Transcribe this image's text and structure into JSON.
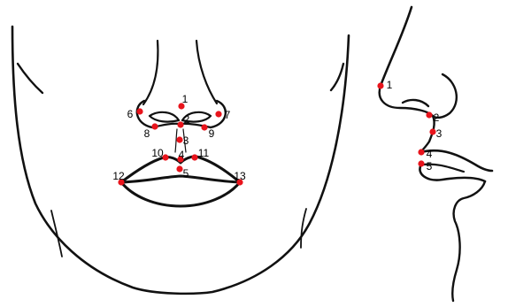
{
  "colors": {
    "line": "#111111",
    "landmark": "#e8141c",
    "background": "#ffffff"
  },
  "frontal": {
    "landmarks": [
      {
        "id": "f1",
        "label": "1"
      },
      {
        "id": "f2",
        "label": "2"
      },
      {
        "id": "f3",
        "label": "3"
      },
      {
        "id": "f4",
        "label": "4"
      },
      {
        "id": "f5",
        "label": "5"
      },
      {
        "id": "f6",
        "label": "6"
      },
      {
        "id": "f7",
        "label": "7"
      },
      {
        "id": "f8",
        "label": "8"
      },
      {
        "id": "f9",
        "label": "9"
      },
      {
        "id": "f10",
        "label": "10"
      },
      {
        "id": "f11",
        "label": "11"
      },
      {
        "id": "f12",
        "label": "12"
      },
      {
        "id": "f13",
        "label": "13"
      }
    ]
  },
  "profile": {
    "landmarks": [
      {
        "id": "p1",
        "label": "1"
      },
      {
        "id": "p2",
        "label": "2"
      },
      {
        "id": "p3",
        "label": "3"
      },
      {
        "id": "p4",
        "label": "4"
      },
      {
        "id": "p5",
        "label": "5"
      }
    ]
  }
}
